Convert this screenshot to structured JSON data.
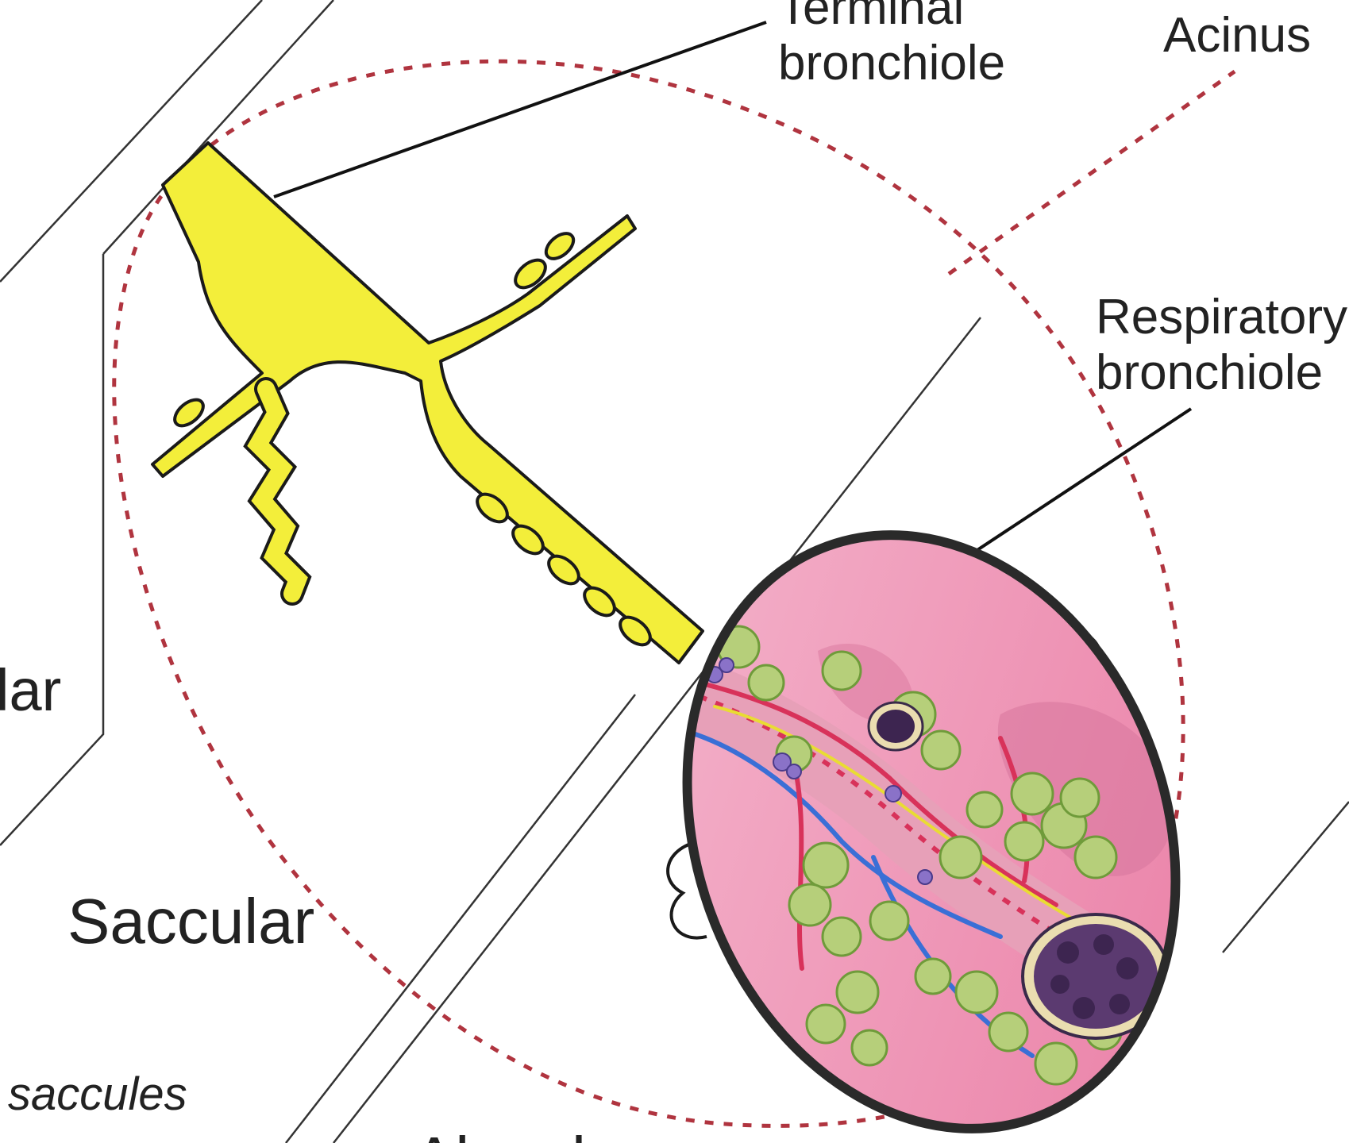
{
  "labels": {
    "terminal_bronchiole_line1": "Terminal",
    "terminal_bronchiole_line2": "bronchiole",
    "acinus": "Acinus",
    "respiratory_bronchiole_line1": "Respiratory",
    "respiratory_bronchiole_line2": "bronchiole",
    "canalicular_fragment": "lar",
    "saccular": "Saccular",
    "saccules": "saccules",
    "alveolar_fragment": "Alveolar"
  },
  "colors": {
    "airway_fill": "#f3ee3a",
    "acinus_outline": "#b0343f",
    "inset_background": "#ef8fb2",
    "alveoli": "#a9c46a",
    "artery": "#d8325a",
    "vein": "#3a6fd6",
    "nerve": "#e9dc33",
    "bronchiole_cross_section": "#5b3a70"
  }
}
